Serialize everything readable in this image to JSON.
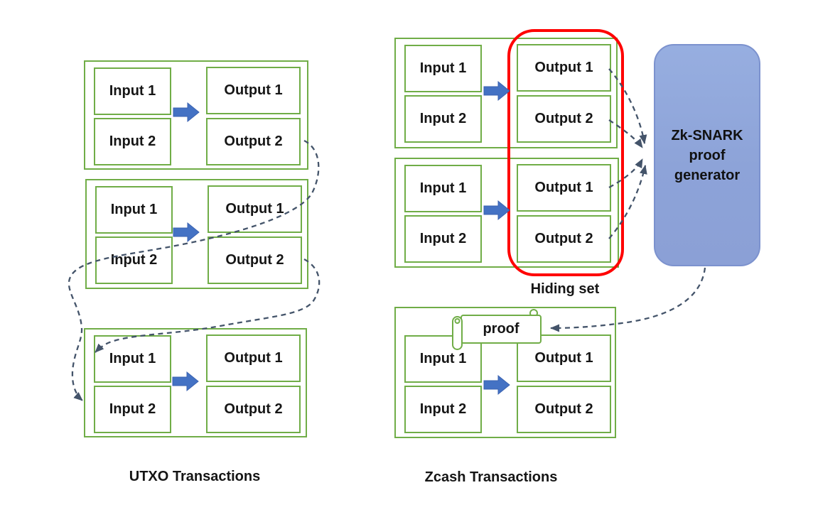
{
  "captions": {
    "utxo": "UTXO Transactions",
    "zcash": "Zcash Transactions"
  },
  "hiding_set": {
    "label": "Hiding set"
  },
  "proof": {
    "label": "proof"
  },
  "generator": {
    "lines": [
      "Zk-SNARK",
      "proof",
      "generator"
    ]
  },
  "transactions": {
    "utxo": [
      {
        "inputs": [
          "Input 1",
          "Input 2"
        ],
        "outputs": [
          "Output 1",
          "Output 2"
        ]
      },
      {
        "inputs": [
          "Input 1",
          "Input 2"
        ],
        "outputs": [
          "Output 1",
          "Output 2"
        ]
      },
      {
        "inputs": [
          "Input 1",
          "Input 2"
        ],
        "outputs": [
          "Output 1",
          "Output 2"
        ]
      }
    ],
    "zcash": [
      {
        "inputs": [
          "Input 1",
          "Input 2"
        ],
        "outputs": [
          "Output 1",
          "Output 2"
        ]
      },
      {
        "inputs": [
          "Input 1",
          "Input 2"
        ],
        "outputs": [
          "Output 1",
          "Output 2"
        ]
      },
      {
        "inputs": [
          "Input 1",
          "Input 2"
        ],
        "outputs": [
          "Output 1",
          "Output 2"
        ]
      }
    ]
  },
  "colors": {
    "box_border": "#70AD47",
    "block_arrow": "#4472C4",
    "dashed_connector": "#44546A",
    "hiding_set_outline": "#FF0000",
    "generator_fill": "#8FA4D9",
    "generator_border": "#7C92CE",
    "text": "#161616",
    "background": "#FFFFFF"
  }
}
